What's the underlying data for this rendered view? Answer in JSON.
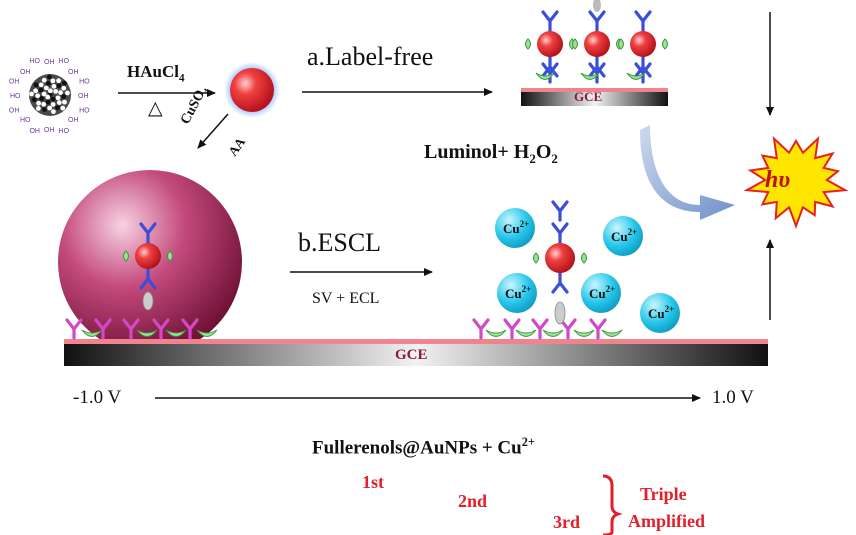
{
  "reagents": {
    "haucl4": "HAuCl",
    "haucl4_sub": "4",
    "heat_symbol": "△",
    "cuso4": "CuSO",
    "cuso4_sub": "4",
    "aa": "AA",
    "luminol": "Luminol+ H",
    "luminol_sub1": "2",
    "luminol_o": "O",
    "luminol_sub2": "2",
    "sv_ecl": "SV + ECL"
  },
  "paths": {
    "label_free": "a.Label-free",
    "escl": "b.ESCL"
  },
  "electrodes": {
    "gce_top": "GCE",
    "gce_bottom": "GCE"
  },
  "emission": {
    "hv": "hυ"
  },
  "ions": {
    "cu": "Cu",
    "charge": "2+"
  },
  "potential": {
    "start": "-1.0 V",
    "end": "1.0 V"
  },
  "caption": {
    "main": "Fullerenols@AuNPs + Cu",
    "sup": "2+"
  },
  "amplification": {
    "first": "1st",
    "second": "2nd",
    "third": "3rd",
    "triple": "Triple",
    "amplified": "Amplified"
  },
  "colors": {
    "gold_np": "#e8303a",
    "pink_sphere": "#a8204f",
    "cu_ion": "#23c3e6",
    "label_red": "#e0202a",
    "hv_star": "#ffe600"
  }
}
